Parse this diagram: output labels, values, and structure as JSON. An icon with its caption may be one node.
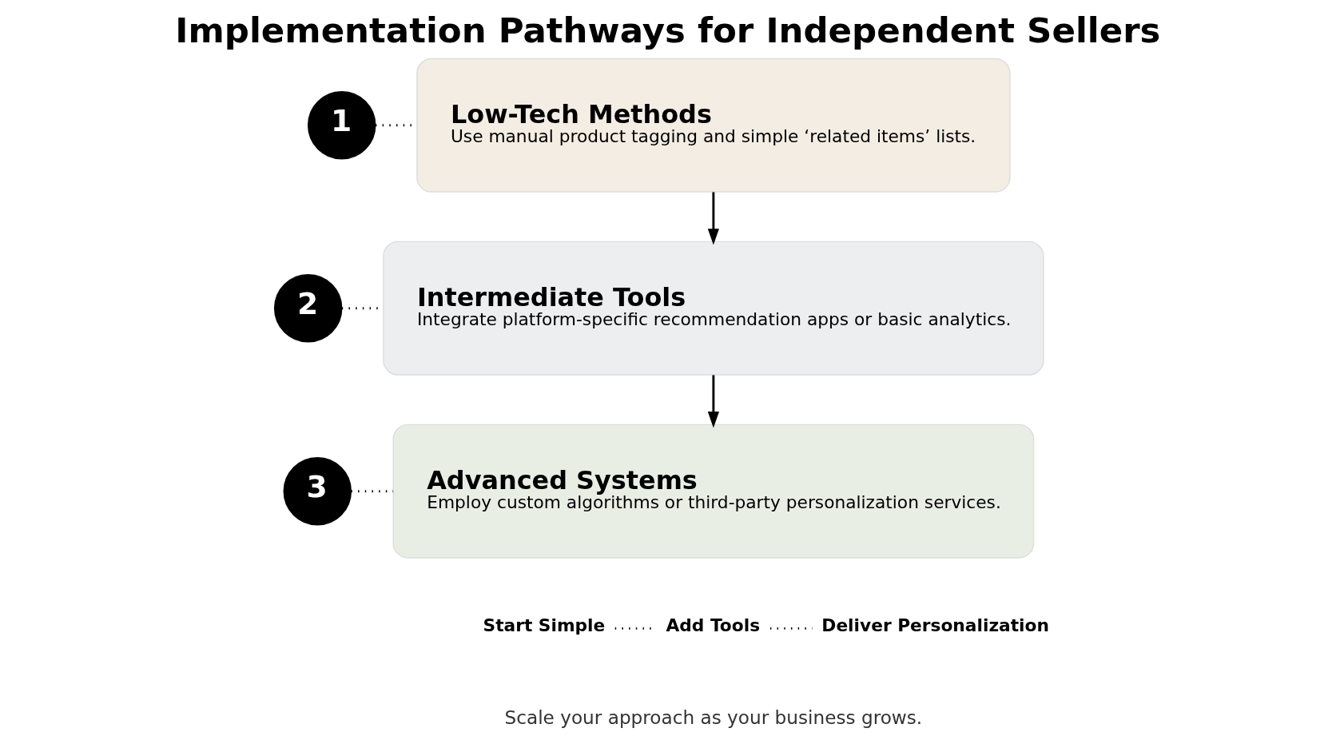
{
  "diagram": {
    "title": "Implementation Pathways for Independent Sellers",
    "caption": "Scale your approach as your business grows.",
    "nodes": [
      {
        "text": [
          "1"
        ]
      },
      {
        "text": [
          "Low-Tech Methods",
          "Use manual product tagging and simple ‘related items’ lists."
        ]
      },
      {
        "text": [
          "2"
        ]
      },
      {
        "text": [
          "Intermediate Tools",
          "Integrate platform-specific recommendation apps or basic analytics."
        ]
      },
      {
        "text": [
          "3"
        ]
      },
      {
        "text": [
          "Advanced Systems",
          "Employ custom algorithms or third-party personalization services."
        ]
      },
      {
        "text": [
          "Start Simple"
        ]
      },
      {
        "text": [
          "Add Tools"
        ]
      },
      {
        "text": [
          "Deliver Personalization"
        ]
      }
    ],
    "edges": [
      {
        "from": 0,
        "to": 1,
        "arrow": "none",
        "style": "dashed"
      },
      {
        "from": 1,
        "to": 3,
        "arrow": "to"
      },
      {
        "from": 2,
        "to": 3,
        "arrow": "none",
        "style": "dashed"
      },
      {
        "from": 3,
        "to": 5,
        "arrow": "to"
      },
      {
        "from": 4,
        "to": 5,
        "arrow": "none",
        "style": "dashed"
      },
      {
        "from": 6,
        "to": 7,
        "arrow": "none",
        "style": "dashed"
      },
      {
        "from": 7,
        "to": 8,
        "arrow": "none",
        "style": "dashed"
      }
    ]
  }
}
